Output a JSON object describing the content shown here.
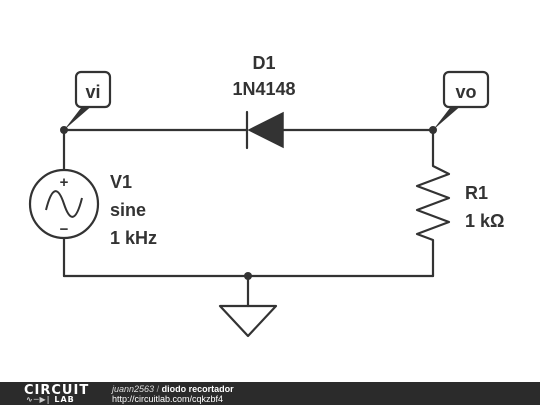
{
  "probes": {
    "input": "vi",
    "output": "vo"
  },
  "diode": {
    "name": "D1",
    "part": "1N4148"
  },
  "source": {
    "name": "V1",
    "type": "sine",
    "freq": "1 kHz",
    "plus": "+",
    "minus": "−"
  },
  "resistor": {
    "name": "R1",
    "value": "1 kΩ"
  },
  "footer": {
    "logo_top": "CIRCUIT",
    "logo_bottom": "LAB",
    "user": "juann2563",
    "separator": "/",
    "title": "diodo recortador",
    "url": "http://circuitlab.com/cqkzbf4"
  },
  "colors": {
    "ink": "#333333",
    "footer_bg": "#2b2b2b"
  }
}
